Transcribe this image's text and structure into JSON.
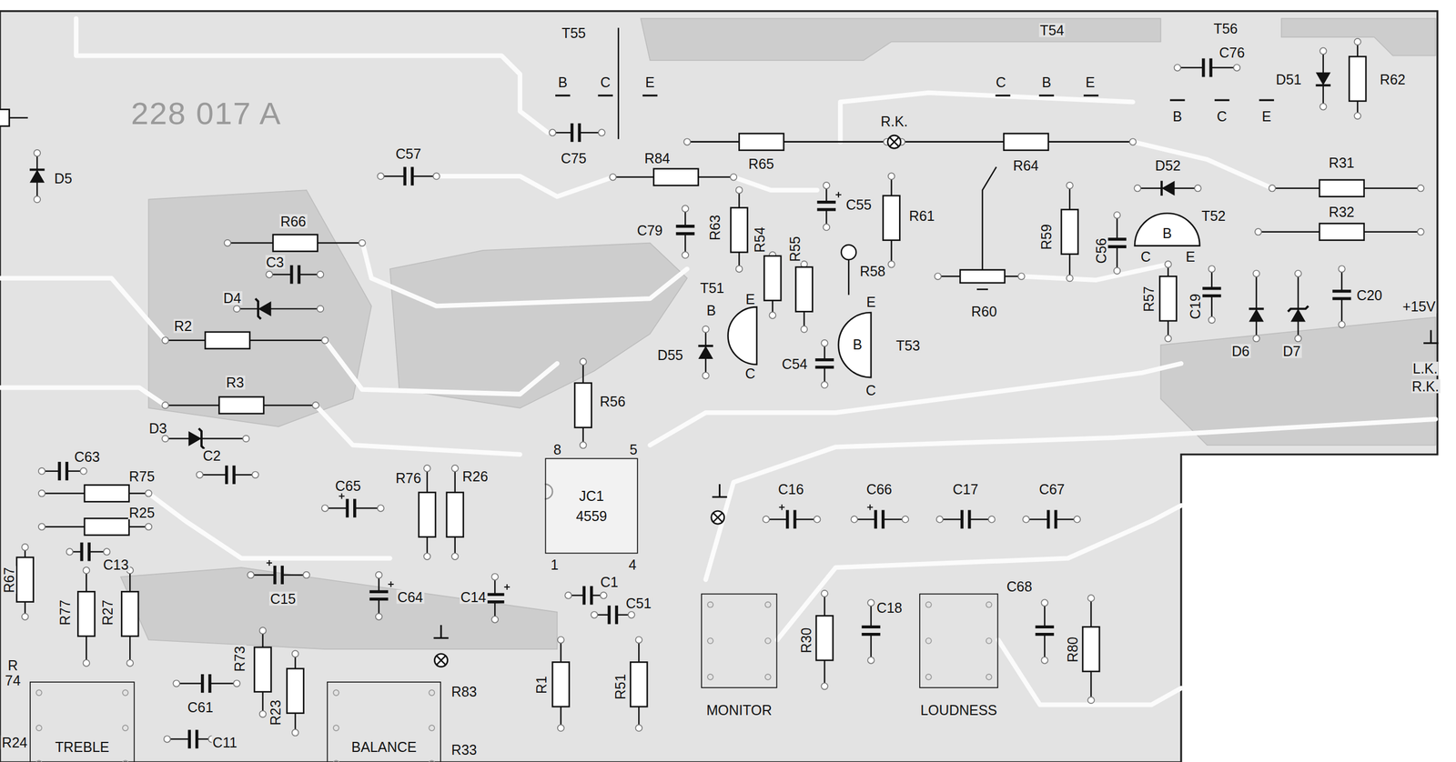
{
  "diagram": {
    "nodes": [
      {
        "text": [
          "B"
        ]
      },
      {
        "text": [
          "B"
        ]
      },
      {
        "text": [
          "JC1",
          "4559"
        ]
      },
      {
        "text": [
          "MONITOR"
        ]
      },
      {
        "text": [
          "LOUDNESS"
        ]
      },
      {
        "text": [
          "TREBLE"
        ]
      },
      {
        "text": [
          "BALANCE"
        ]
      }
    ],
    "labels": [
      "228 017 A",
      "T55",
      "B",
      "C",
      "E",
      "T54",
      "C",
      "B",
      "E",
      "T56",
      "C76",
      "D51",
      "R62",
      "B",
      "C",
      "E",
      "R.K.",
      "C75",
      "C57",
      "R84",
      "R65",
      "R64",
      "D5",
      "D52",
      "R31",
      "C55",
      "R61",
      "R32",
      "T52",
      "R66",
      "C79",
      "R63",
      "R54",
      "R55",
      "R59",
      "C56",
      "C3",
      "R58",
      "T51",
      "E",
      "B",
      "C",
      "E",
      "D4",
      "R60",
      "R57",
      "C19",
      "C20",
      "+15V",
      "E",
      "R2",
      "D55",
      "C",
      "C54",
      "T53",
      "D6",
      "D7",
      "L.K.",
      "R.K.",
      "R3",
      "C",
      "R56",
      "D3",
      "8",
      "5",
      "C63",
      "C2",
      "R75",
      "C65",
      "R76",
      "R26",
      "C16",
      "C66",
      "C17",
      "C67",
      "R25",
      "C13",
      "1",
      "4",
      "R67",
      "C15",
      "C64",
      "C14",
      "C1",
      "C51",
      "R77",
      "R27",
      "C18",
      "C68",
      "R30",
      "R80",
      "R73",
      "R1",
      "R51",
      "R 74",
      "R83",
      "C61",
      "R23",
      "R24",
      "R33",
      "C11"
    ]
  }
}
